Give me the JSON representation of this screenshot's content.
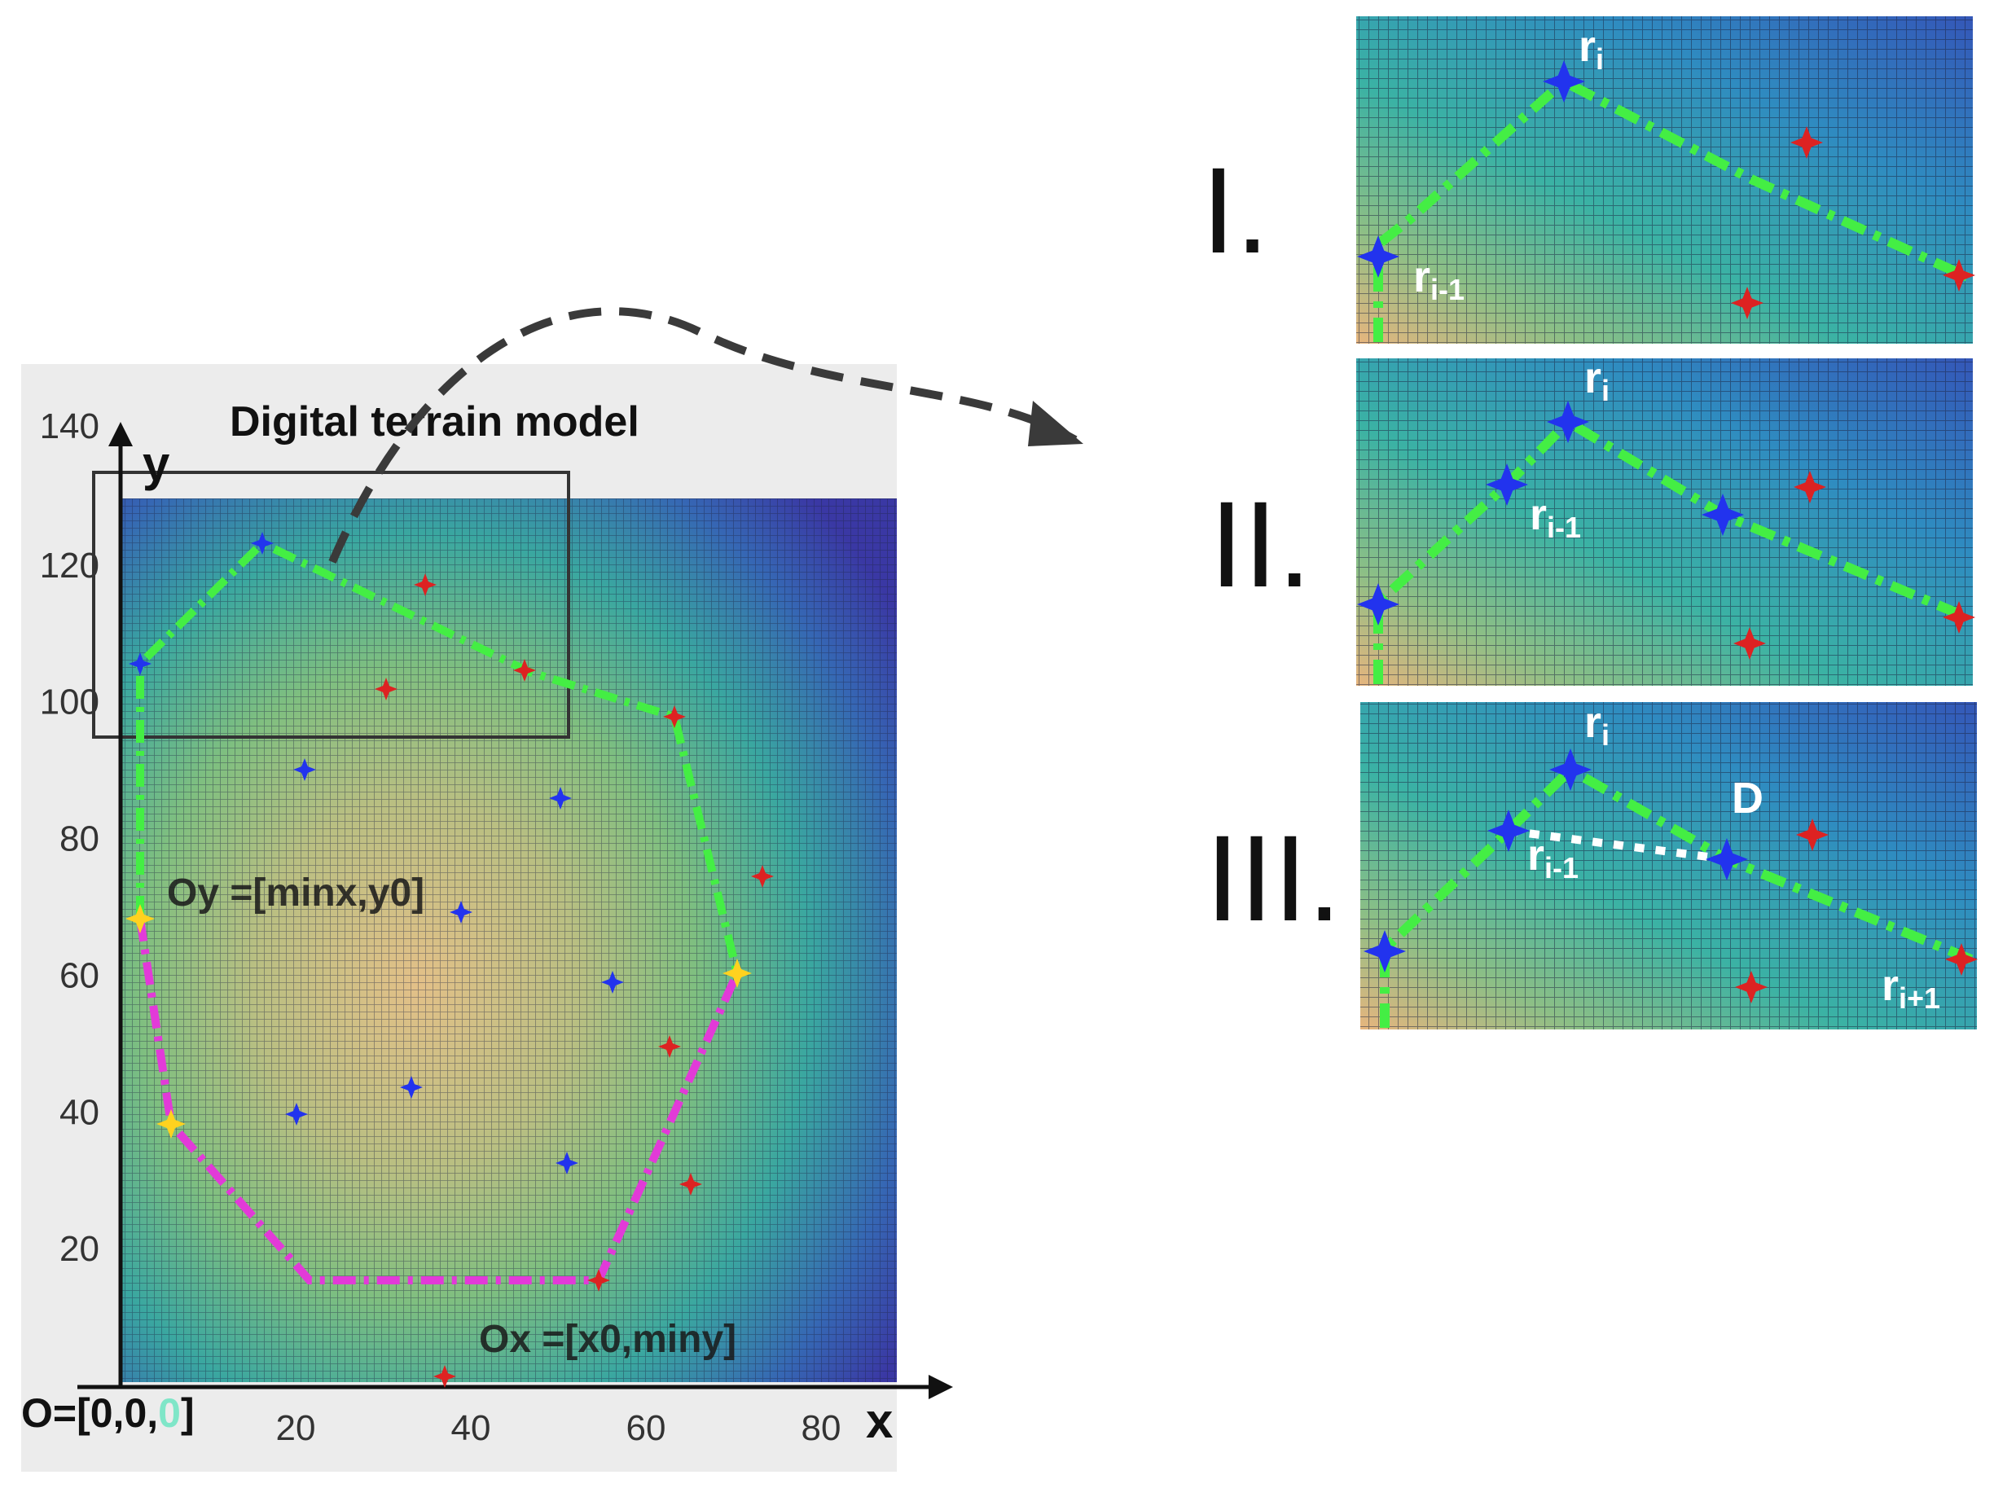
{
  "main_plot": {
    "title": "Digital terrain model",
    "x_axis_name": "x",
    "y_axis_name": "y",
    "x_ticks": [
      "20",
      "40",
      "60",
      "80"
    ],
    "y_ticks": [
      "20",
      "40",
      "60",
      "80",
      "100",
      "120",
      "140"
    ],
    "origin_label_prefix": "O=[0,0,",
    "origin_label_z": "0",
    "origin_label_suffix": "]",
    "oy_label": "Oy =[minx,y0]",
    "ox_label": "Ox =[x0,miny]"
  },
  "panels": [
    {
      "numeral": "I.",
      "labels": {
        "ri": "r",
        "ri_sub": "i",
        "rim1": "r",
        "rim1_sub": "i-1"
      }
    },
    {
      "numeral": "II.",
      "labels": {
        "ri": "r",
        "ri_sub": "i",
        "rim1": "r",
        "rim1_sub": "i-1"
      }
    },
    {
      "numeral": "III.",
      "labels": {
        "ri": "r",
        "ri_sub": "i",
        "rim1": "r",
        "rim1_sub": "i-1",
        "rip1": "r",
        "rip1_sub": "i+1",
        "d": "D"
      }
    }
  ],
  "colors": {
    "green_path": "#44ee44",
    "magenta_path": "#e23ad8",
    "blue_marker": "#2233ee",
    "red_marker": "#dd2222",
    "yellow_marker": "#ffd21f",
    "origin_z_color": "#7fe6c8",
    "arrow": "#3a3a3a"
  }
}
